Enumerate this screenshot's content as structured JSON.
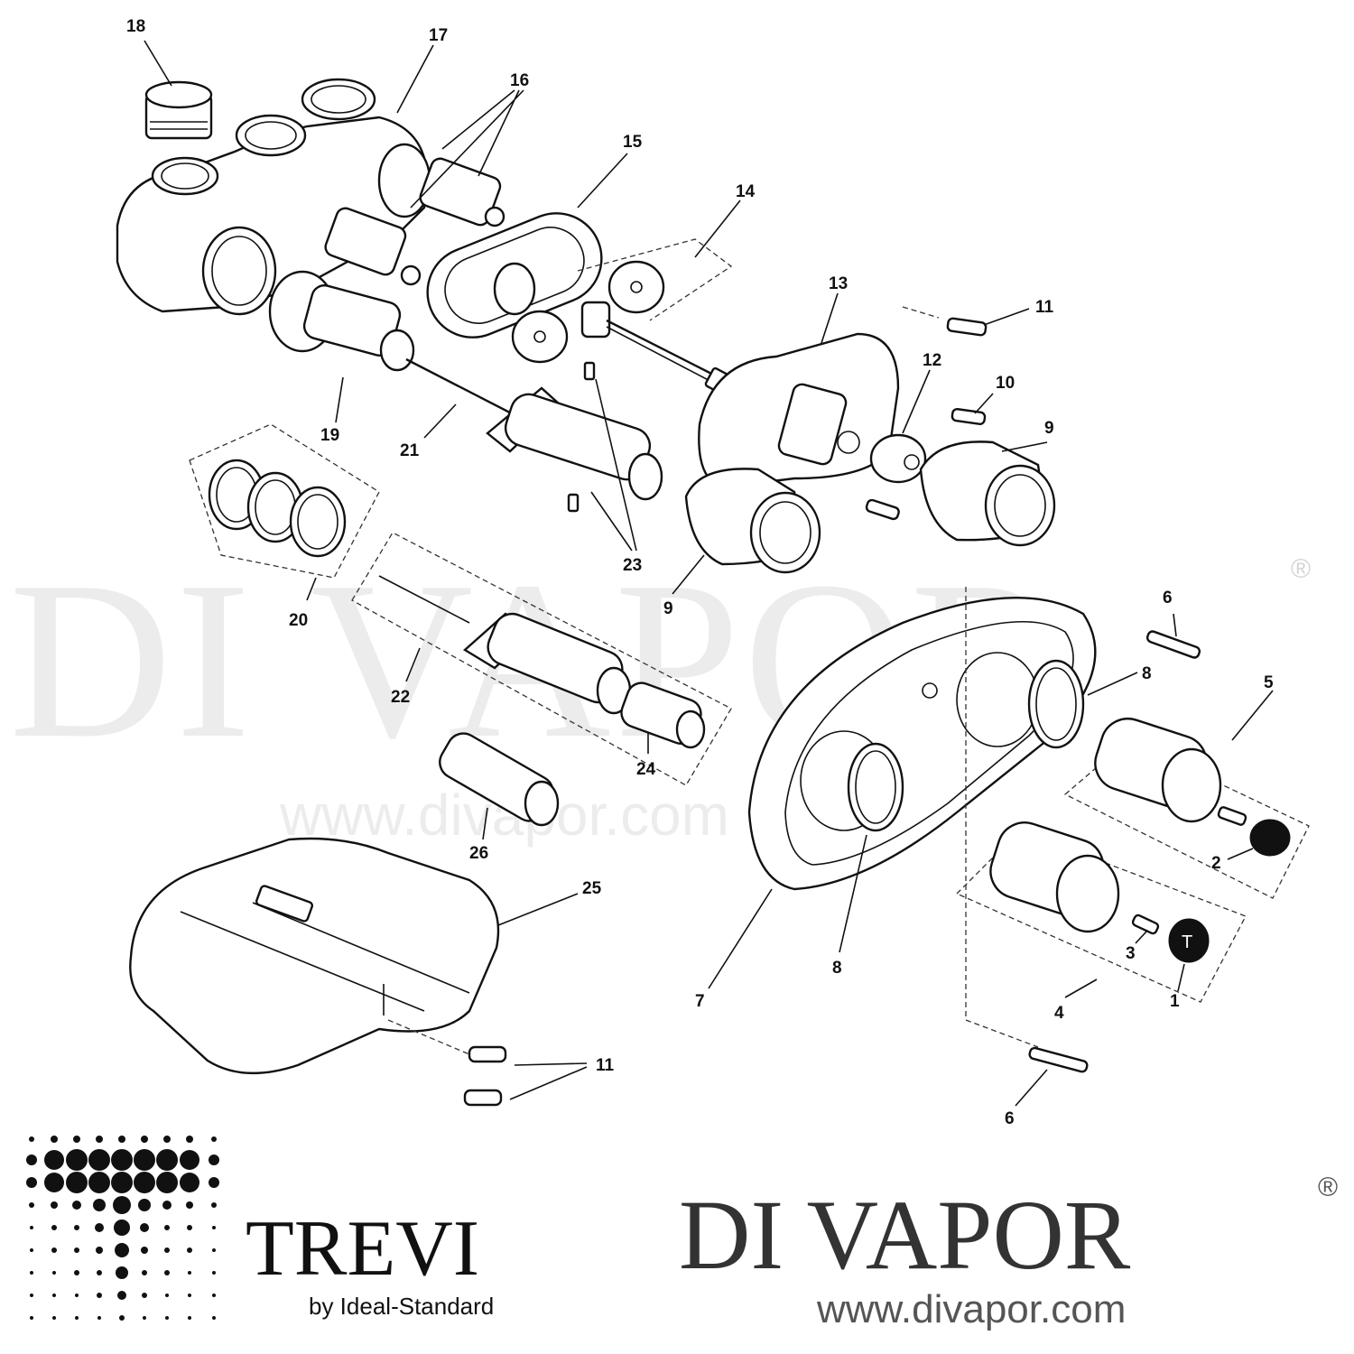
{
  "callouts": [
    "18",
    "17",
    "16",
    "15",
    "14",
    "13",
    "11",
    "12",
    "10",
    "9",
    "19",
    "21",
    "23",
    "20",
    "9",
    "22",
    "24",
    "26",
    "25",
    "11",
    "7",
    "8",
    "8",
    "6",
    "5",
    "2",
    "3",
    "1",
    "4",
    "6"
  ],
  "watermark": {
    "name": "DI VAPOR",
    "registered": "®",
    "url": "www.divapor.com"
  },
  "brand_left": {
    "name": "TREVI",
    "tagline": "by Ideal-Standard"
  },
  "brand_right": {
    "name": "DI VAPOR",
    "registered": "®",
    "url": "www.divapor.com"
  },
  "icons": [
    "trevi-dot-logo",
    "knob-cap-t-icon"
  ],
  "knob_cap_letter": "T"
}
